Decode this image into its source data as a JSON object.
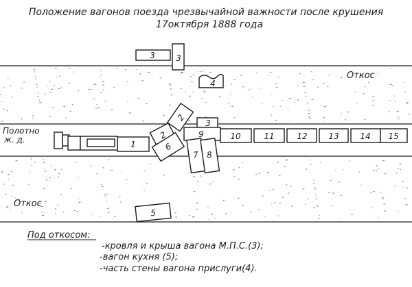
{
  "title": {
    "line1": "Положение вагонов поезда чрезвычайной важности после крушения",
    "line2": "17октября   1888 года"
  },
  "labels": {
    "embankment_top": "Откос",
    "track_line1": "Полотно",
    "track_line2": "ж. д.",
    "embankment_bottom": "Откос"
  },
  "cars": {
    "c1": "1",
    "c2a": "2",
    "c2b": "2",
    "c3a": "3",
    "c3b": "3",
    "c3c": "3",
    "c4": "4",
    "c5": "5",
    "c6": "6",
    "c7": "7",
    "c8": "8",
    "c9": "9",
    "c10": "10",
    "c11": "11",
    "c12": "12",
    "c13": "13",
    "c14": "14",
    "c15": "15"
  },
  "legend": {
    "heading": "Под откосом:",
    "items": [
      "-кровля и крыша вагона М.П.С.(3);",
      "-вагон кухня (5);",
      "-часть стены вагона прислуги(4)."
    ]
  },
  "colors": {
    "ink": "#1a1a1a",
    "paper": "#ffffff"
  }
}
